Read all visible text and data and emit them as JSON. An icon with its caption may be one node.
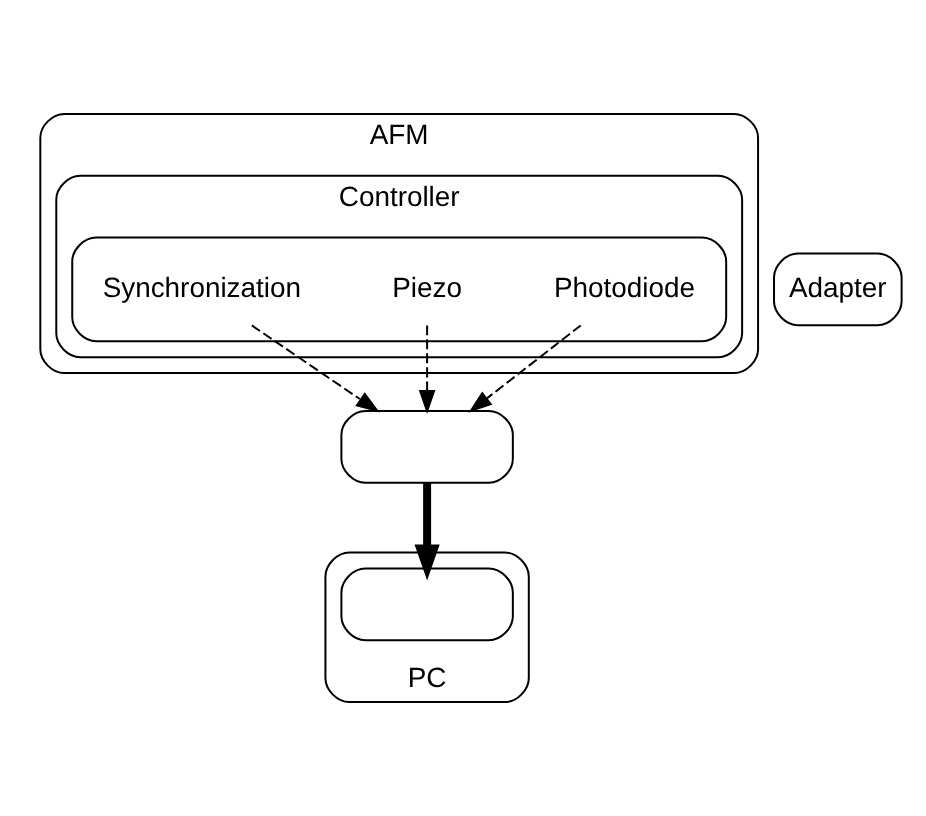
{
  "diagram": {
    "nodes": [
      {
        "text": [
          "AFM"
        ]
      },
      {
        "text": [
          "Controller"
        ],
        "in": 0
      },
      {
        "text": [],
        "shape": "box",
        "in": 1
      },
      {
        "text": [
          "Photodiode"
        ],
        "in": 2
      },
      {
        "text": [
          "Piezo"
        ],
        "in": 2
      },
      {
        "text": [
          "Synchronization"
        ],
        "in": 2
      },
      {
        "text": [
          "Adapter"
        ]
      },
      {
        "text": [
          "PC"
        ]
      },
      {
        "text": [],
        "shape": "box",
        "in": 7
      },
      {
        "text": [],
        "shape": "box"
      }
    ],
    "edges": [
      {
        "from": 3,
        "to": 9,
        "arrow": "to",
        "style": "dashed"
      },
      {
        "from": 4,
        "to": 9,
        "arrow": "to",
        "style": "dashed"
      },
      {
        "from": 5,
        "to": 9,
        "arrow": "to",
        "style": "dashed"
      },
      {
        "from": 9,
        "to": 8,
        "arrow": "to",
        "style": "thick"
      }
    ]
  }
}
